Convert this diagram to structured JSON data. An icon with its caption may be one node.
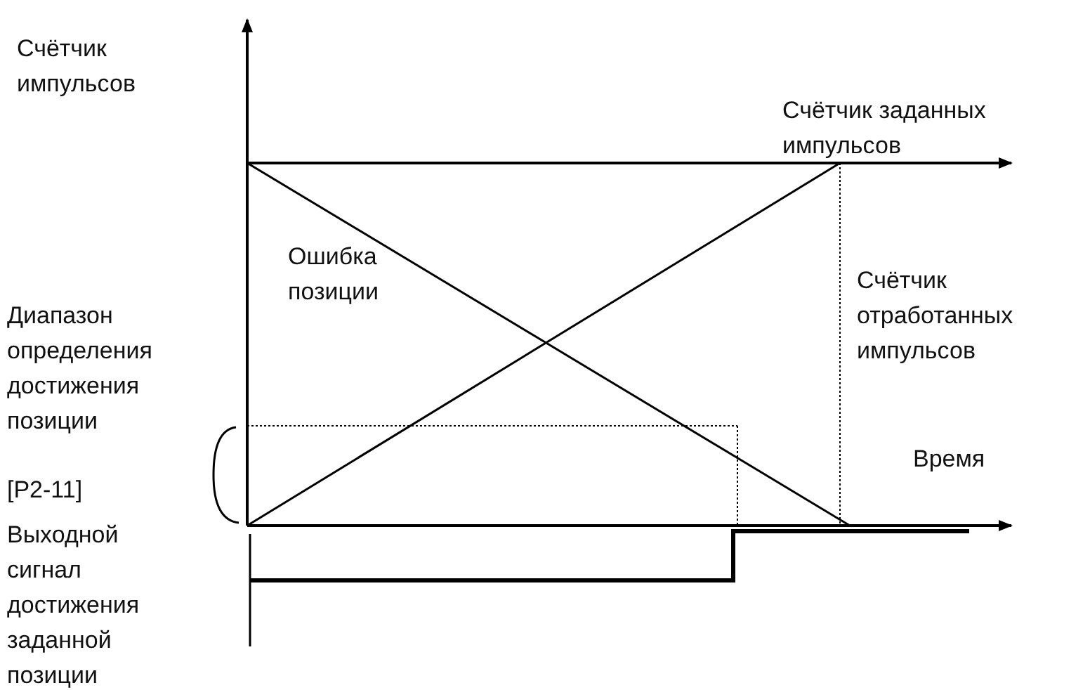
{
  "diagram": {
    "labels": [
      "Счётчик импульсов",
      "Счётчик заданных импульсов",
      "Ошибка позиции",
      "Счётчик отработанных импульсов",
      "Диапазон определения достижения позиции",
      "[P2-11]",
      "Время",
      "Выходной сигнал достижения заданной позиции"
    ]
  }
}
